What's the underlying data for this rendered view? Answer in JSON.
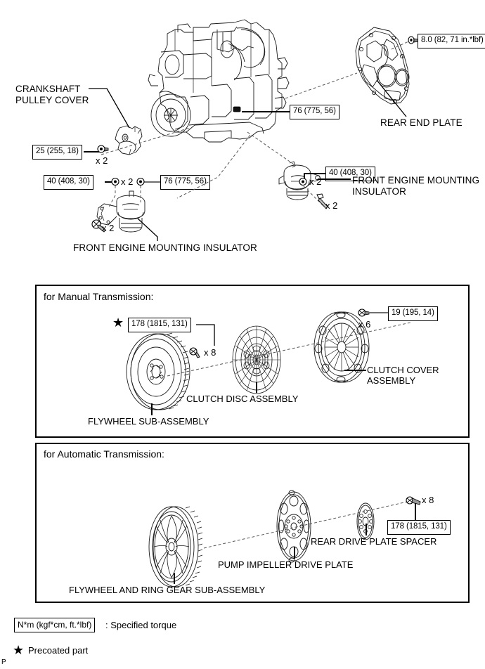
{
  "document": {
    "type": "service-manual-exploded-diagram",
    "page_mark": "P"
  },
  "top_section": {
    "labels": [
      {
        "id": "crankshaft_pulley_cover",
        "text": "CRANKSHAFT\nPULLEY COVER"
      },
      {
        "id": "rear_end_plate",
        "text": "REAR END PLATE"
      },
      {
        "id": "front_engine_mounting_insulator_right",
        "text": "FRONT ENGINE MOUNTING\nINSULATOR"
      },
      {
        "id": "front_engine_mounting_insulator_left",
        "text": "FRONT ENGINE MOUNTING INSULATOR"
      }
    ],
    "torques": [
      {
        "id": "rear_end_plate_bolt",
        "text": "8.0 (82, 71 in.*lbf)"
      },
      {
        "id": "engine_rear_bolt",
        "text": "76 (775, 56)"
      },
      {
        "id": "crankshaft_pulley_cover_bolt",
        "text": "25 (255, 18)"
      },
      {
        "id": "mount_insulator_right_bolt",
        "text": "40 (408, 30)"
      },
      {
        "id": "mount_insulator_left_bolt_a",
        "text": "40 (408, 30)"
      },
      {
        "id": "mount_insulator_left_bolt_b",
        "text": "76 (775, 56)"
      }
    ],
    "quantities": [
      {
        "id": "crankshaft_pulley_cover_qty",
        "text": "x 2"
      },
      {
        "id": "mount_left_qty_a",
        "text": "x 2"
      },
      {
        "id": "mount_left_qty_b",
        "text": "x 2"
      },
      {
        "id": "mount_right_qty_a",
        "text": "x 2"
      },
      {
        "id": "mount_right_qty_b",
        "text": "x 2"
      }
    ]
  },
  "manual_panel": {
    "title": "for Manual Transmission:",
    "torques": [
      {
        "id": "flywheel_bolt",
        "text": "178 (1815, 131)",
        "precoated": true
      },
      {
        "id": "clutch_cover_bolt",
        "text": "19 (195, 14)",
        "precoated": false
      }
    ],
    "quantities": [
      {
        "id": "flywheel_bolt_qty",
        "text": "x 8"
      },
      {
        "id": "clutch_cover_bolt_qty",
        "text": "x 6"
      }
    ],
    "labels": [
      {
        "id": "flywheel_sub_assembly",
        "text": "FLYWHEEL SUB-ASSEMBLY"
      },
      {
        "id": "clutch_disc_assembly",
        "text": "CLUTCH DISC ASSEMBLY"
      },
      {
        "id": "clutch_cover_assembly",
        "text": "CLUTCH COVER\nASSEMBLY"
      }
    ]
  },
  "automatic_panel": {
    "title": "for Automatic Transmission:",
    "torques": [
      {
        "id": "drive_plate_bolt",
        "text": "178 (1815, 131)",
        "precoated": false
      }
    ],
    "quantities": [
      {
        "id": "drive_plate_bolt_qty",
        "text": "x 8"
      }
    ],
    "labels": [
      {
        "id": "flywheel_and_ring_gear_sub_assembly",
        "text": "FLYWHEEL AND RING GEAR SUB-ASSEMBLY"
      },
      {
        "id": "pump_impeller_drive_plate",
        "text": "PUMP IMPELLER DRIVE PLATE"
      },
      {
        "id": "rear_drive_plate_spacer",
        "text": "REAR DRIVE PLATE SPACER"
      }
    ]
  },
  "legend": {
    "torque_unit_box": "N*m (kgf*cm, ft.*lbf)",
    "torque_unit_desc": ": Specified torque",
    "precoated_symbol": "★",
    "precoated_desc": "Precoated part"
  },
  "colors": {
    "ink": "#000000",
    "line_gray": "#6f6f6f",
    "drawing_line": "#1a1a1a",
    "background": "#ffffff"
  }
}
